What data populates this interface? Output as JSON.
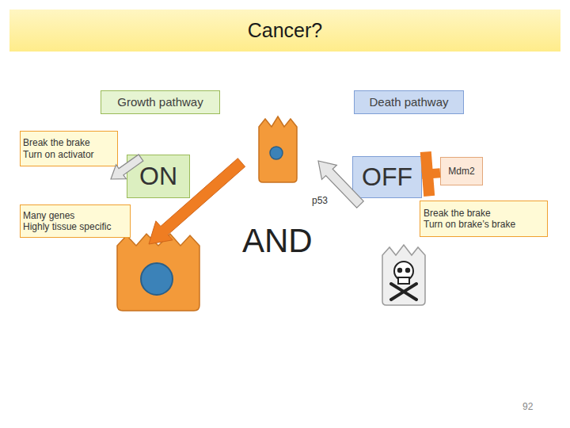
{
  "diagram": {
    "title": "Cancer?",
    "nodes": [
      {
        "text": [
          "Growth pathway"
        ]
      },
      {
        "text": [
          "Death pathway"
        ]
      },
      {
        "text": [
          "Break the brake",
          "Turn on activator"
        ]
      },
      {
        "text": [
          "ON"
        ]
      },
      {
        "text": [
          "OFF"
        ]
      },
      {
        "text": [
          "Mdm2"
        ]
      },
      {
        "text": [
          "Many genes",
          "Highly tissue specific"
        ]
      },
      {
        "text": [
          "Break the brake",
          "Turn on brake’s brake"
        ]
      }
    ],
    "edges": [
      {
        "from": 5,
        "to": 4,
        "arrow": "none"
      }
    ],
    "labels": [
      "p53",
      "AND",
      "92"
    ]
  }
}
